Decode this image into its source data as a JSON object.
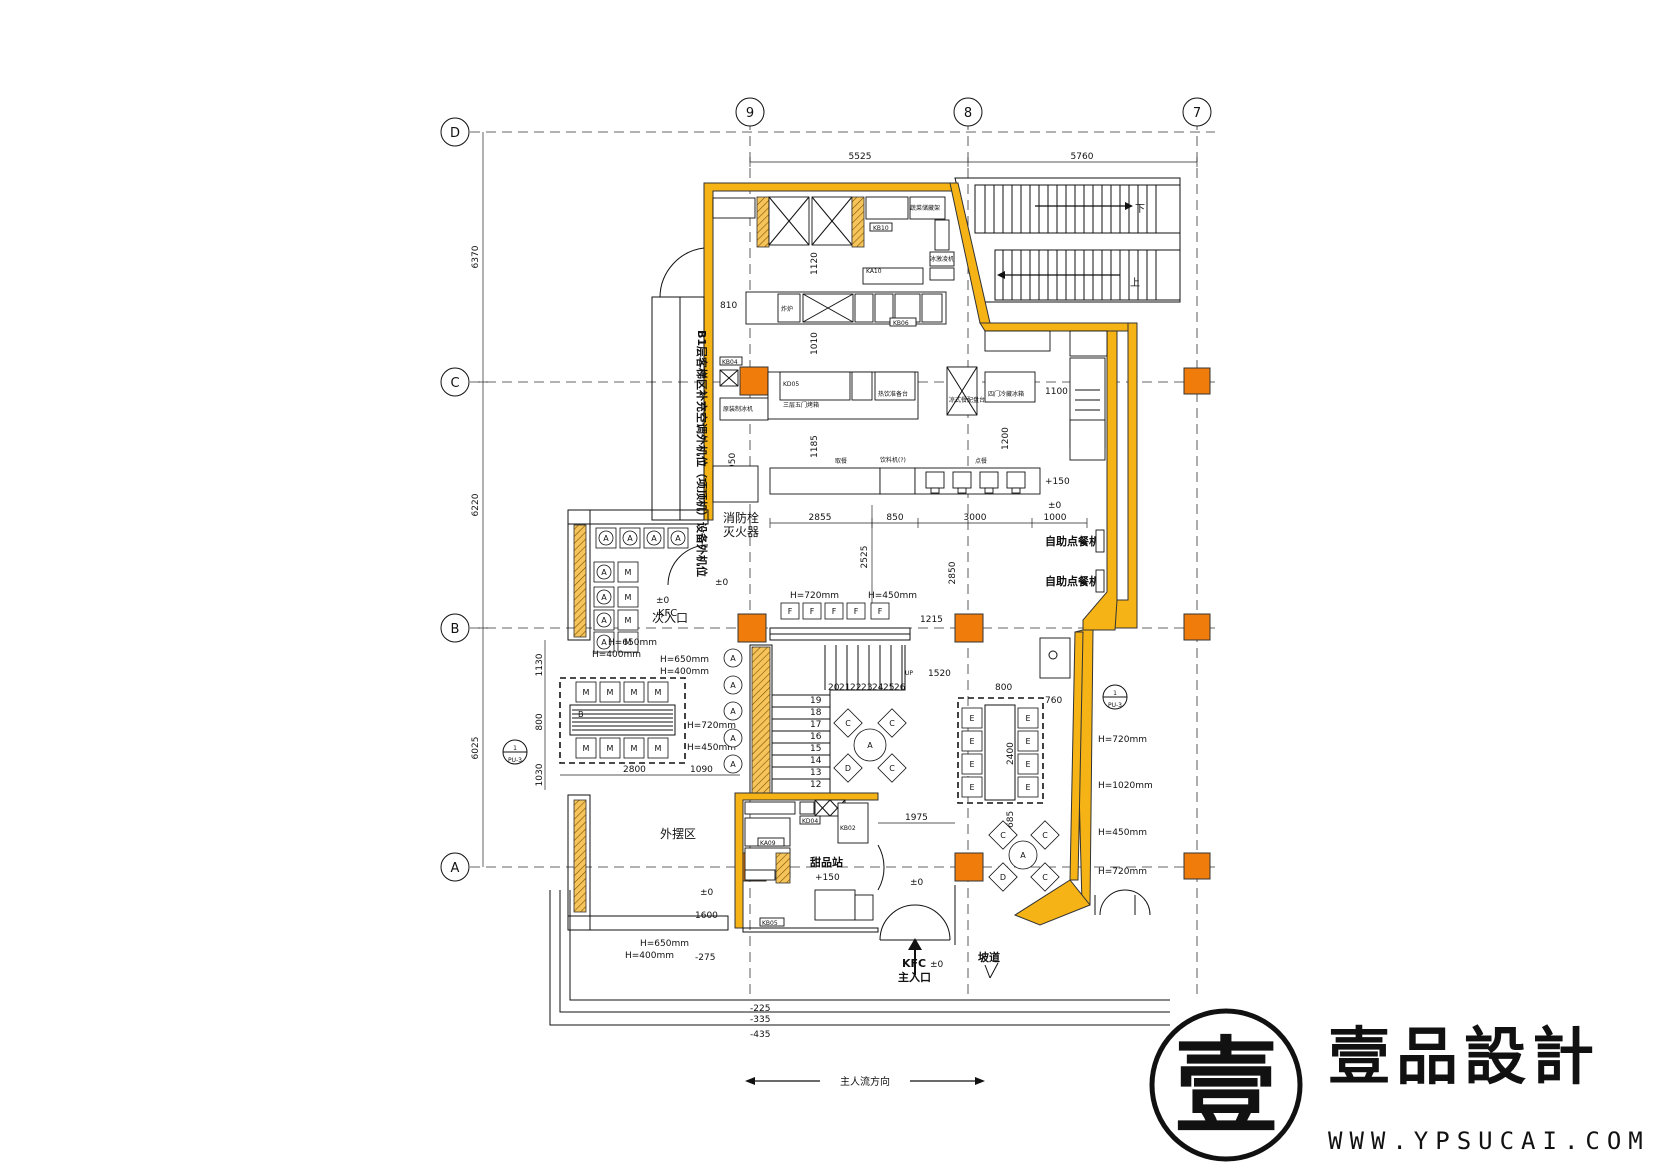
{
  "grid": {
    "columns": [
      "9",
      "8",
      "7"
    ],
    "rows": [
      "D",
      "C",
      "B",
      "A"
    ]
  },
  "dimensions": {
    "top": [
      "5525",
      "5760"
    ],
    "left": [
      "6370",
      "6220",
      "6025"
    ],
    "row_left": [
      "1130",
      "800",
      "1030"
    ],
    "kitchen": [
      "810",
      "1120",
      "1010",
      "1185",
      "950",
      "1200",
      "1100"
    ],
    "counter": [
      "2855",
      "850",
      "3000",
      "1000"
    ],
    "vertical": [
      "2525",
      "2850"
    ],
    "misc": [
      "1215",
      "1520",
      "800",
      "760",
      "2400",
      "685",
      "1975",
      "2800",
      "1090",
      "1600"
    ],
    "levels": [
      "-275",
      "-225",
      "-335",
      "-435"
    ]
  },
  "labels": {
    "equipment_room": "B1层客梯区补充空调外机位（项顶机）设备外机位",
    "hydrant": "消防栓",
    "extinguisher": "灭火器",
    "self_order_1": "自助点餐机",
    "self_order_2": "自助点餐机",
    "kfc_side_brand": "KFC",
    "side_entrance": "次入口",
    "outdoor_zone": "外摆区",
    "dessert_station": "甜品站",
    "kfc_main_brand": "KFC",
    "main_entrance": "主入口",
    "ramp": "坡道",
    "flow_direction": "主人流方向",
    "stair_down": "下",
    "stair_up": "上",
    "level_zero": "±0",
    "level_plus150": "+150",
    "up_mark": "UP",
    "section_mark_1": "PU-3",
    "section_mark_2": "PU-3",
    "section_num": "1"
  },
  "heights": {
    "h720": "H=720mm",
    "h450": "H=450mm",
    "h650": "H=650mm",
    "h400": "H=400mm",
    "h1020": "H=1020mm"
  },
  "equipment": {
    "kb10": "KB10",
    "ka10": "KA10",
    "kb06": "KB06",
    "kb04": "KB04",
    "kd05": "KD05",
    "kd04": "KD04",
    "kb02": "KB02",
    "ka09": "KA09",
    "kb05": "KB05",
    "fryer": "炸炉",
    "grill": "三层五门烤箱",
    "ice_machine": "原装制冰机",
    "pass": "取餐",
    "order": "点餐",
    "drinks": "热饮准备台",
    "freezer": "四门冷藏冰箱",
    "salad": "凉式餐配盘台",
    "rack": "蔬菜储藏架",
    "ice_cream": "冰激凌机",
    "soda": "饮料机(?)"
  },
  "stair_steps": [
    "19",
    "18",
    "17",
    "16",
    "15",
    "14",
    "13",
    "12"
  ],
  "stair_steps_top": [
    "20",
    "21",
    "22",
    "23",
    "24",
    "25",
    "26"
  ],
  "seat_letters": {
    "a": "A",
    "m": "M",
    "b": "B",
    "f": "F",
    "c": "C",
    "d": "D",
    "e": "E"
  },
  "brand": {
    "logo_char": "壹",
    "name": "壹品設計",
    "url": "WWW.YPSUCAI.COM"
  },
  "colors": {
    "wall_accent": "#f5b316",
    "column_accent": "#f07c0c",
    "line": "#111111"
  }
}
